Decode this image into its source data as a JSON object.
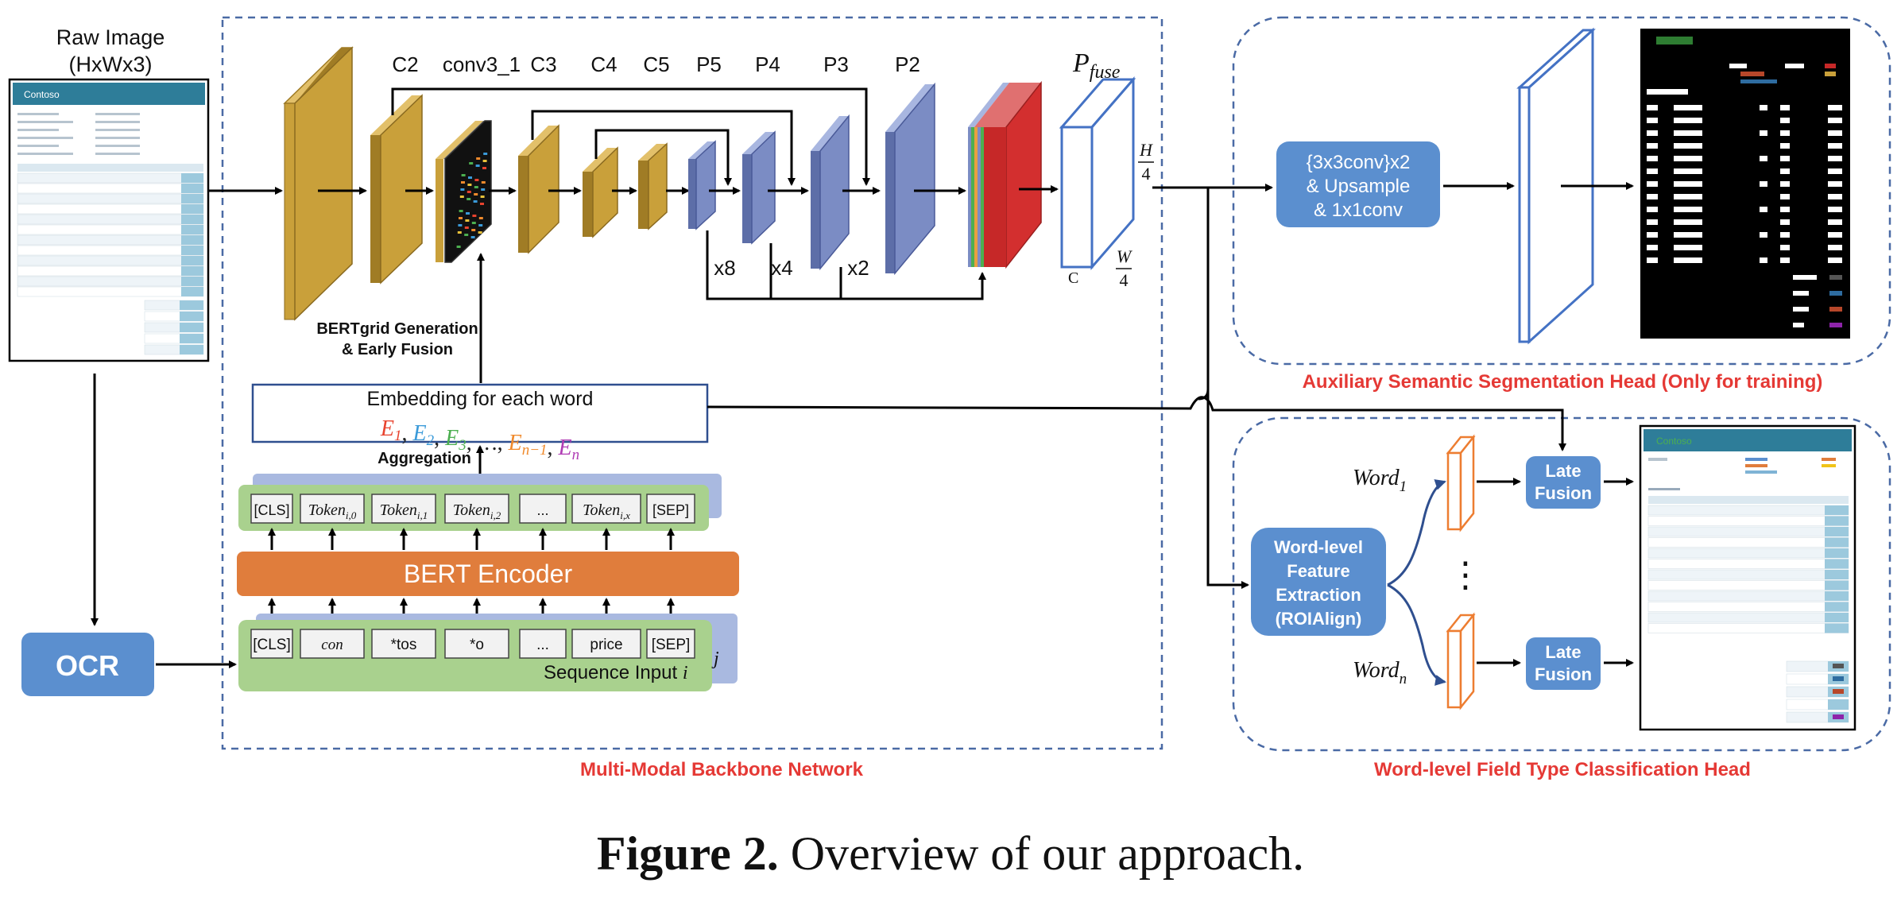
{
  "raw_image": {
    "title_line1": "Raw Image",
    "title_line2": "(HxWx3)",
    "brand": "Contoso"
  },
  "ocr": {
    "label": "OCR"
  },
  "backbone": {
    "section_title": "Multi-Modal Backbone Network",
    "stage_labels": [
      "C2",
      "conv3_1",
      "C3",
      "C4",
      "C5",
      "P5",
      "P4",
      "P3",
      "P2"
    ],
    "pfuse_base": "P",
    "pfuse_sub": "fuse",
    "upsample_labels": [
      "x8",
      "x4",
      "x2"
    ],
    "bertgrid_line1": "BERTgrid Generation",
    "bertgrid_line2": "& Early Fusion",
    "c_label": "C",
    "h_num": "H",
    "h_den": "4",
    "w_num": "W",
    "w_den": "4"
  },
  "embedding": {
    "title": "Embedding for each word",
    "items": [
      {
        "text": "E",
        "sub": "1",
        "color": "#e8432e"
      },
      {
        "text": "E",
        "sub": "2",
        "color": "#3a9ad9"
      },
      {
        "text": "E",
        "sub": "3",
        "color": "#4caf50"
      },
      {
        "text": "…",
        "sub": "",
        "color": "#222222"
      },
      {
        "text": "E",
        "sub": "n−1",
        "color": "#f08a2c"
      },
      {
        "text": "E",
        "sub": "n",
        "color": "#b03cb4"
      }
    ],
    "aggregation_label": "Aggregation"
  },
  "bert": {
    "encoder_label": "BERT Encoder",
    "output_tokens": [
      {
        "text": "[CLS]",
        "sub": ""
      },
      {
        "text": "Token",
        "sub": "i,0"
      },
      {
        "text": "Token",
        "sub": "i,1"
      },
      {
        "text": "Token",
        "sub": "i,2"
      },
      {
        "text": "...",
        "sub": ""
      },
      {
        "text": "Token",
        "sub": "i,x"
      },
      {
        "text": "[SEP]",
        "sub": ""
      }
    ],
    "input_tokens": [
      "[CLS]",
      "con",
      "*tos",
      "*o",
      "...",
      "price",
      "[SEP]"
    ],
    "sequence_label": "Sequence Input ",
    "sequence_var": "i",
    "stack_label": "j"
  },
  "seg_head": {
    "block_line1": "{3x3conv}x2",
    "block_line2": "& Upsample",
    "block_line3": "& 1x1conv",
    "title": "Auxiliary Semantic Segmentation Head (Only for training)"
  },
  "cls_head": {
    "extract_line1": "Word-level",
    "extract_line2": "Feature",
    "extract_line3": "Extraction",
    "extract_line4": "(ROIAlign)",
    "word_first": "Word",
    "word_first_sub": "1",
    "word_last": "Word",
    "word_last_sub": "n",
    "dots": "⋮",
    "late_fusion_line1": "Late",
    "late_fusion_line2": "Fusion",
    "title": "Word-level Field Type Classification Head"
  },
  "caption": {
    "bold": "Figure 2.",
    "text": " Overview of our approach."
  },
  "colors": {
    "gold": "#c9a03a",
    "gold_top": "#e2c06a",
    "gold_side": "#a07c25",
    "blue_layer": "#7b8cc4",
    "blue_top": "#a8b6e0",
    "blue_box": "#5b8fcf",
    "green_box": "#a9d18e",
    "orange_box": "#e07d3c",
    "red_title": "#e53935",
    "dash": "#4a6aa5"
  }
}
